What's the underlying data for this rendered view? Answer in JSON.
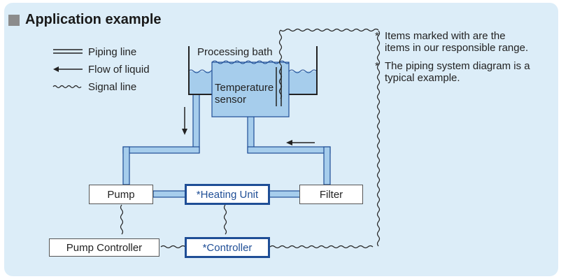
{
  "heading": "Application example",
  "legend": {
    "piping": "Piping line",
    "flow": "Flow of liquid",
    "signal": "Signal line"
  },
  "labels": {
    "bath": "Processing bath",
    "sensor_line1": "Temperature",
    "sensor_line2": "sensor"
  },
  "boxes": {
    "pump": "Pump",
    "heating_unit": "*Heating Unit",
    "filter": "Filter",
    "pump_controller": "Pump Controller",
    "controller": "*Controller"
  },
  "notes": [
    {
      "star": "*",
      "line1": "Items marked with are the",
      "line2": "items in our responsible range."
    },
    {
      "star": "*",
      "line1": "The piping system diagram is a",
      "line2": "typical example."
    }
  ],
  "colors": {
    "panel": "#dcedf8",
    "pipe_fill": "#a6cdec",
    "outline": "#1f4e96"
  }
}
